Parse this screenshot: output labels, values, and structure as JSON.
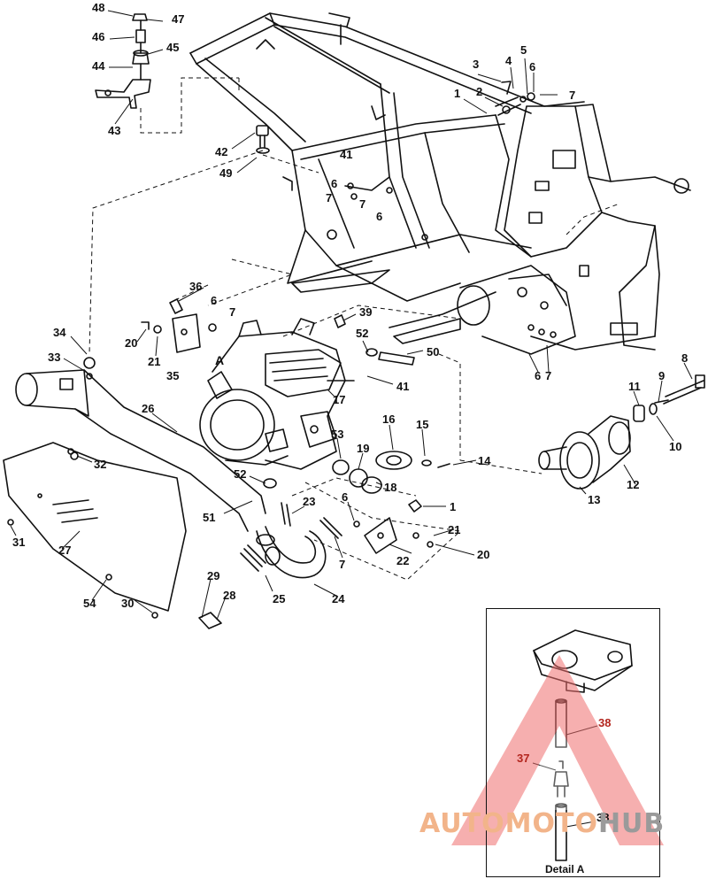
{
  "callouts": [
    {
      "id": "c48",
      "text": "48"
    },
    {
      "id": "c47",
      "text": "47"
    },
    {
      "id": "c46",
      "text": "46"
    },
    {
      "id": "c45",
      "text": "45"
    },
    {
      "id": "c44",
      "text": "44"
    },
    {
      "id": "c43",
      "text": "43"
    },
    {
      "id": "c42",
      "text": "42"
    },
    {
      "id": "c49",
      "text": "49"
    },
    {
      "id": "c41a",
      "text": "41"
    },
    {
      "id": "c6a",
      "text": "6"
    },
    {
      "id": "c7a",
      "text": "7"
    },
    {
      "id": "c7b",
      "text": "7"
    },
    {
      "id": "c6b",
      "text": "6"
    },
    {
      "id": "c3",
      "text": "3"
    },
    {
      "id": "c4",
      "text": "4"
    },
    {
      "id": "c5",
      "text": "5"
    },
    {
      "id": "c6c",
      "text": "6"
    },
    {
      "id": "c7c",
      "text": "7"
    },
    {
      "id": "c1a",
      "text": "1"
    },
    {
      "id": "c2",
      "text": "2"
    },
    {
      "id": "c36",
      "text": "36"
    },
    {
      "id": "c6d",
      "text": "6"
    },
    {
      "id": "c7d",
      "text": "7"
    },
    {
      "id": "c20a",
      "text": "20"
    },
    {
      "id": "c21a",
      "text": "21"
    },
    {
      "id": "c35",
      "text": "35"
    },
    {
      "id": "c34",
      "text": "34"
    },
    {
      "id": "c33",
      "text": "33"
    },
    {
      "id": "c39",
      "text": "39"
    },
    {
      "id": "c52a",
      "text": "52"
    },
    {
      "id": "c50",
      "text": "50"
    },
    {
      "id": "c41b",
      "text": "41"
    },
    {
      "id": "c17",
      "text": "17"
    },
    {
      "id": "c6e",
      "text": "6"
    },
    {
      "id": "c7e",
      "text": "7"
    },
    {
      "id": "c8",
      "text": "8"
    },
    {
      "id": "c9",
      "text": "9"
    },
    {
      "id": "c11",
      "text": "11"
    },
    {
      "id": "c10",
      "text": "10"
    },
    {
      "id": "c26",
      "text": "26"
    },
    {
      "id": "c16",
      "text": "16"
    },
    {
      "id": "c15",
      "text": "15"
    },
    {
      "id": "c14",
      "text": "14"
    },
    {
      "id": "c53",
      "text": "53"
    },
    {
      "id": "c19",
      "text": "19"
    },
    {
      "id": "c18",
      "text": "18"
    },
    {
      "id": "c12",
      "text": "12"
    },
    {
      "id": "c13",
      "text": "13"
    },
    {
      "id": "c32",
      "text": "32"
    },
    {
      "id": "c52b",
      "text": "52"
    },
    {
      "id": "c51",
      "text": "51"
    },
    {
      "id": "c23",
      "text": "23"
    },
    {
      "id": "c6f",
      "text": "6"
    },
    {
      "id": "c1b",
      "text": "1"
    },
    {
      "id": "c21b",
      "text": "21"
    },
    {
      "id": "c20b",
      "text": "20"
    },
    {
      "id": "c22",
      "text": "22"
    },
    {
      "id": "c7f",
      "text": "7"
    },
    {
      "id": "c31",
      "text": "31"
    },
    {
      "id": "c27",
      "text": "27"
    },
    {
      "id": "c25",
      "text": "25"
    },
    {
      "id": "c24",
      "text": "24"
    },
    {
      "id": "c29",
      "text": "29"
    },
    {
      "id": "c28",
      "text": "28"
    },
    {
      "id": "c30",
      "text": "30"
    },
    {
      "id": "c54",
      "text": "54"
    },
    {
      "id": "c38a",
      "text": "38"
    },
    {
      "id": "c37",
      "text": "37"
    },
    {
      "id": "c38b",
      "text": "38"
    }
  ],
  "engine_letter": "A",
  "detail": {
    "title": "Detail A"
  },
  "watermark": {
    "part1": "AUTO",
    "part2": "MOTO",
    "part3": "HUB"
  }
}
